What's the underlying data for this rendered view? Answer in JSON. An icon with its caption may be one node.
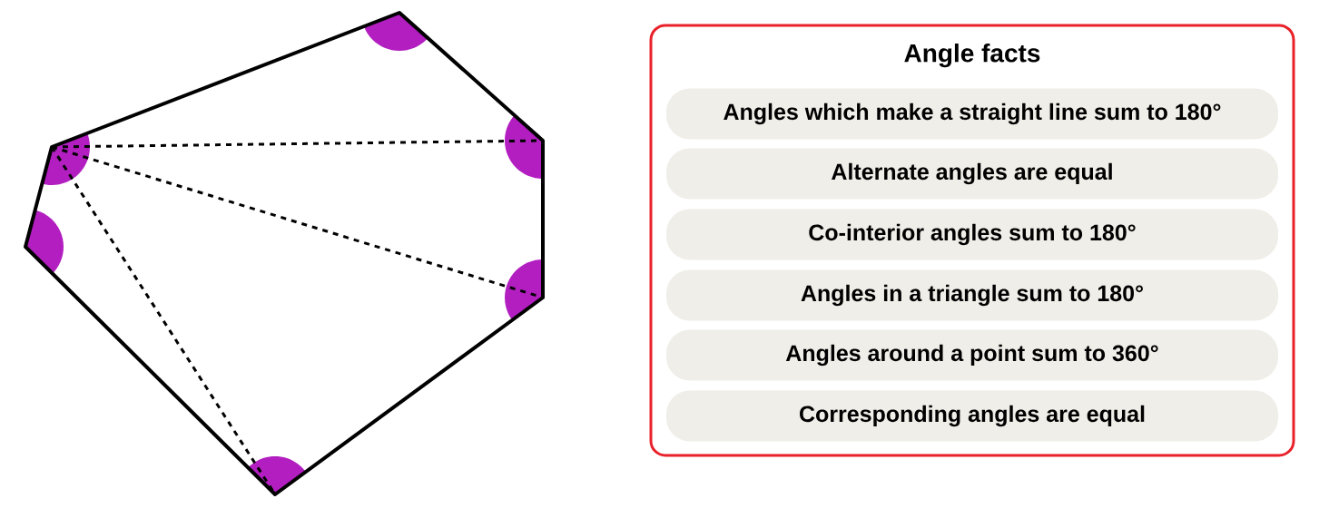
{
  "diagram": {
    "nodes": [
      {
        "text": [
          "Angle facts"
        ]
      },
      {
        "text": [
          "Angles which make a straight line sum to 180°"
        ],
        "in": 0
      },
      {
        "text": [
          "Alternate angles are equal"
        ],
        "in": 0
      },
      {
        "text": [
          "Co-interior angles sum to 180°"
        ],
        "in": 0
      },
      {
        "text": [
          "Angles in a triangle sum to 180°"
        ],
        "in": 0
      },
      {
        "text": [
          "Angles around a point sum to 360°"
        ],
        "in": 0
      },
      {
        "text": [
          "Corresponding angles are equal"
        ],
        "in": 0
      }
    ]
  }
}
